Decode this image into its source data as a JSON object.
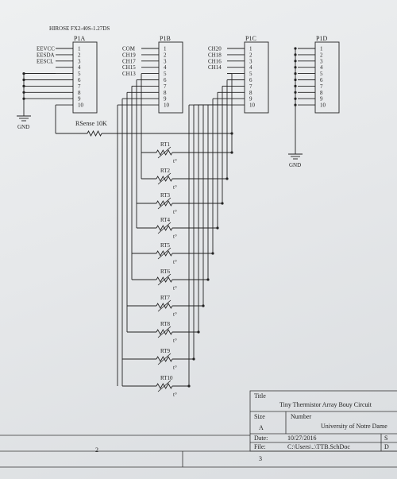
{
  "header": {
    "part": "HIROSE FX2-40S-1.27DS"
  },
  "connectors": [
    {
      "name": "P1A",
      "nets": [
        "EEVCC",
        "EESDA",
        "EESCL",
        "",
        "",
        "",
        "",
        "",
        "",
        ""
      ]
    },
    {
      "name": "P1B",
      "nets": [
        "COM",
        "CH19",
        "CH17",
        "CH15",
        "CH13",
        "",
        "",
        "",
        "",
        ""
      ]
    },
    {
      "name": "P1C",
      "nets": [
        "CH20",
        "CH18",
        "CH16",
        "CH14",
        "",
        "",
        "",
        "",
        "",
        ""
      ]
    },
    {
      "name": "P1D",
      "nets": [
        "",
        "",
        "",
        "",
        "",
        "",
        "",
        "",
        "",
        ""
      ]
    }
  ],
  "pins": [
    "1",
    "2",
    "3",
    "4",
    "5",
    "6",
    "7",
    "8",
    "9",
    "10"
  ],
  "ground_labels": [
    "GND",
    "GND"
  ],
  "rsense": "RSense 10K",
  "thermistors": [
    "RT1",
    "RT2",
    "RT3",
    "RT4",
    "RT5",
    "RT6",
    "RT7",
    "RT8",
    "RT9",
    "RT10"
  ],
  "temp_symbol": "t°",
  "title_block": {
    "title_label": "Title",
    "title": "Tiny Thermistor Array Bouy Circuit",
    "size_label": "Size",
    "size": "A",
    "number_label": "Number",
    "org": "University of Notre Dame",
    "date_label": "Date:",
    "date": "10/27/2016",
    "file_label": "File:",
    "file": "C:\\Users\\..\\TTB.SchDoc",
    "side1": "S",
    "side2": "D"
  },
  "zones": [
    "2",
    "3"
  ],
  "colors": {
    "ink": "#222222",
    "paper": "#e8eaec"
  }
}
